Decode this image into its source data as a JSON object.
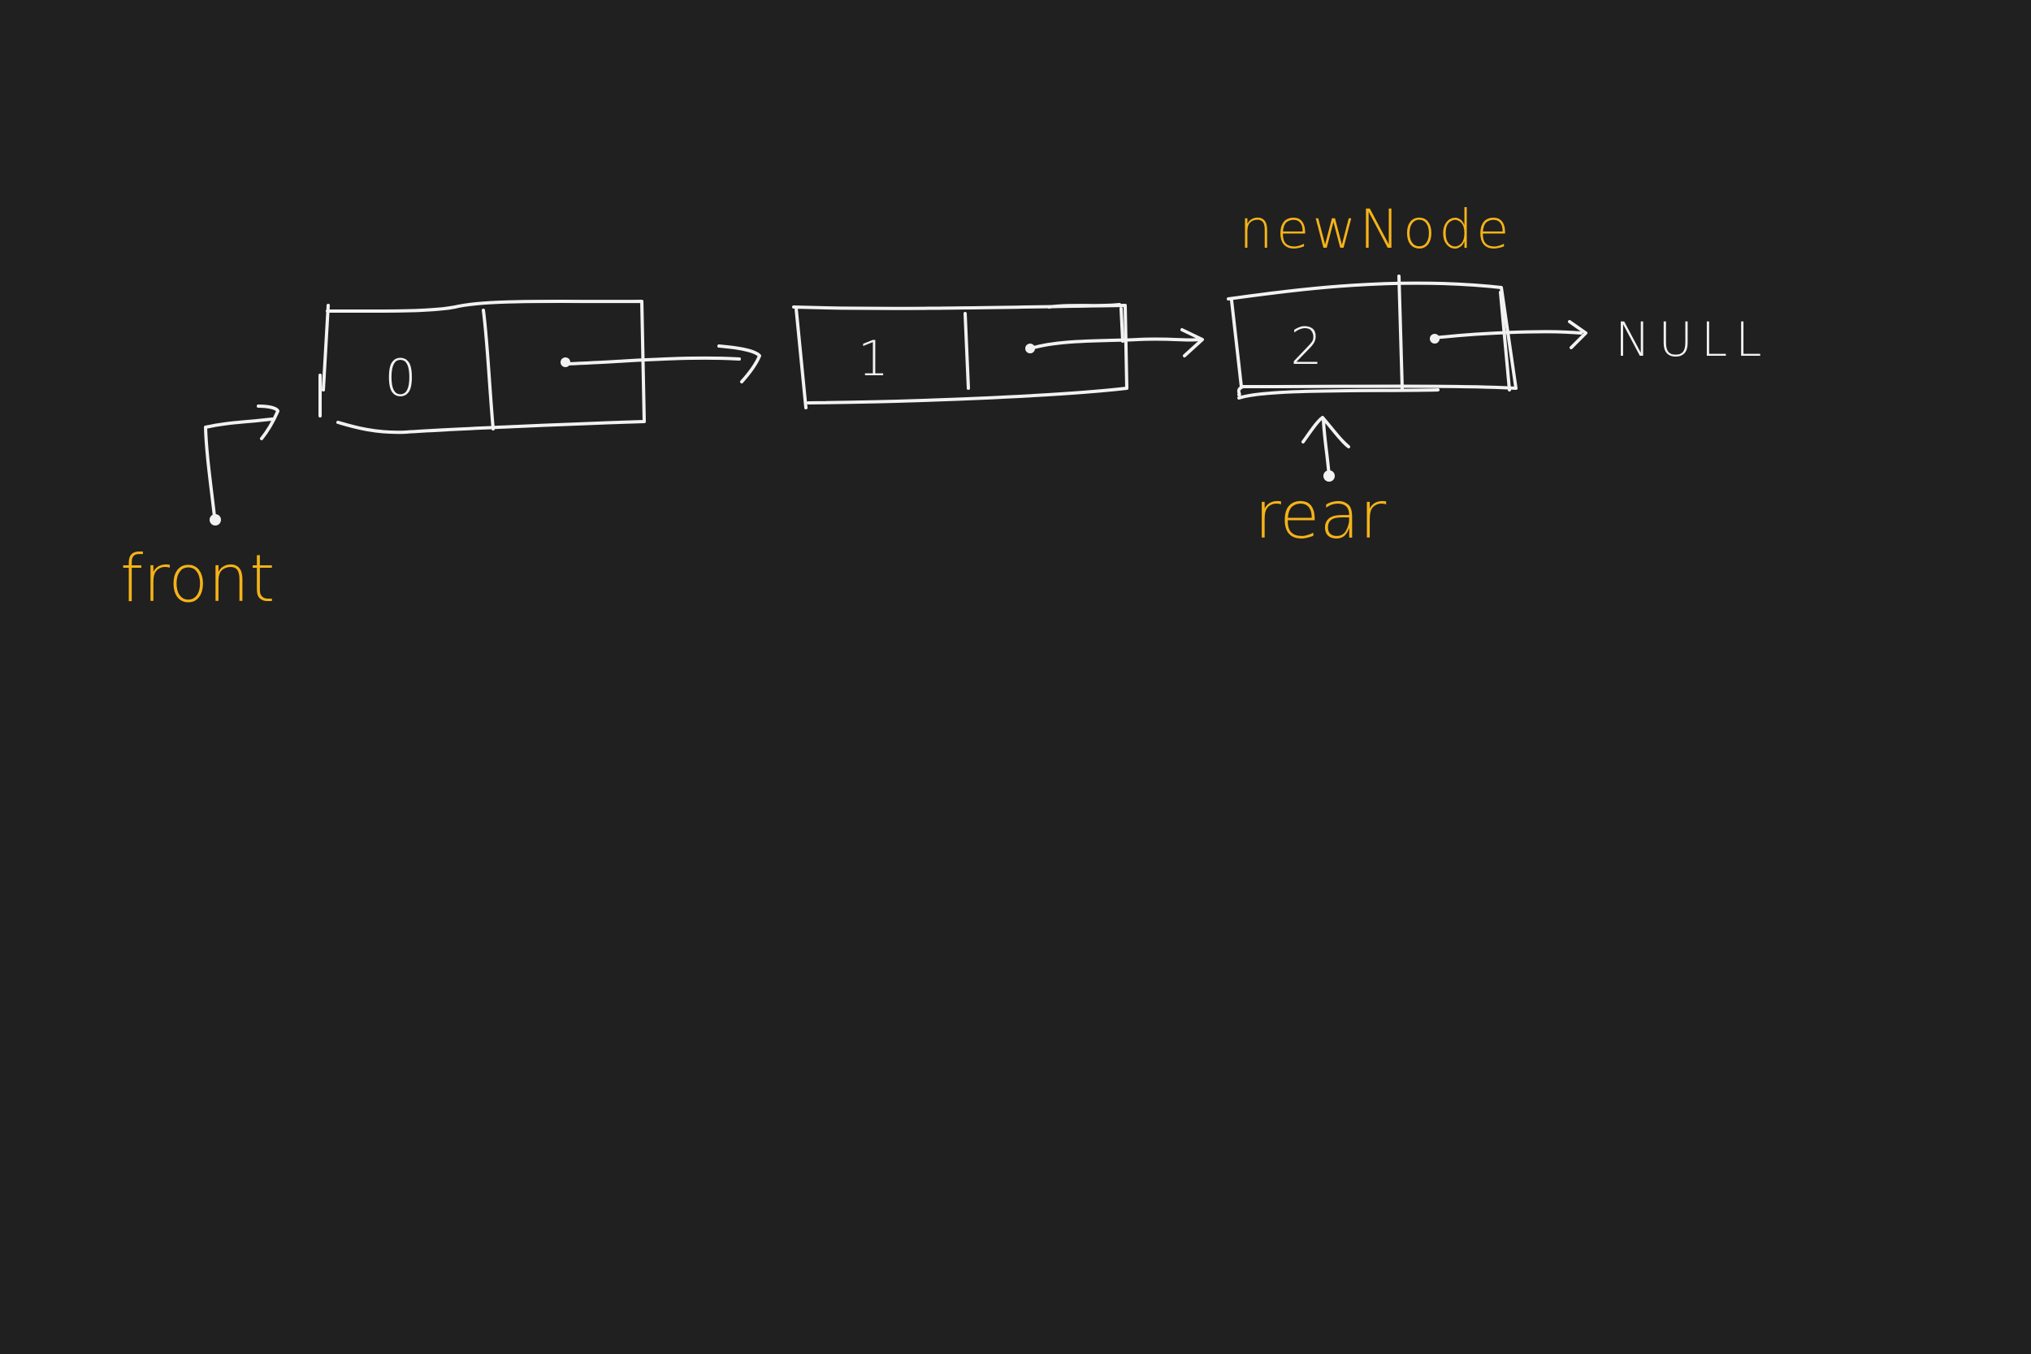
{
  "colors": {
    "background": "#202020",
    "node_ink": "#f2f2f2",
    "label_ink": "#f5b319"
  },
  "nodes": [
    {
      "value": "0"
    },
    {
      "value": "1"
    },
    {
      "value": "2"
    }
  ],
  "null_label": "NULL",
  "pointers": {
    "front": "front",
    "rear": "rear",
    "new_node": "newNode"
  }
}
